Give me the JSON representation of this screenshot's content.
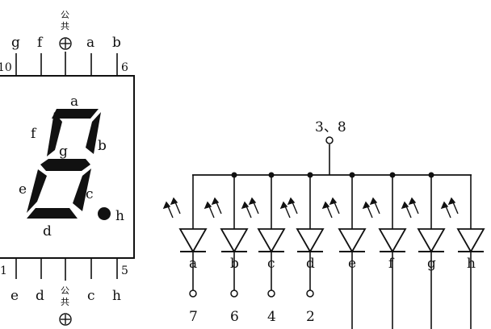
{
  "display": {
    "top_pins": [
      "g",
      "f",
      "a",
      "b"
    ],
    "top_common": [
      "公",
      "共"
    ],
    "top_pin_numbers": [
      "10",
      "6"
    ],
    "bottom_pins": [
      "e",
      "d",
      "c",
      "h"
    ],
    "bottom_common": [
      "公",
      "共"
    ],
    "bottom_pin_numbers": [
      "1",
      "5"
    ],
    "segments": [
      "a",
      "b",
      "c",
      "d",
      "e",
      "f",
      "g",
      "h"
    ]
  },
  "circuit": {
    "common_label": "3、8",
    "leds": [
      {
        "label": "a",
        "pin": "7"
      },
      {
        "label": "b",
        "pin": "6"
      },
      {
        "label": "c",
        "pin": "4"
      },
      {
        "label": "d",
        "pin": "2"
      },
      {
        "label": "e",
        "pin": ""
      },
      {
        "label": "f",
        "pin": ""
      },
      {
        "label": "g",
        "pin": ""
      },
      {
        "label": "h",
        "pin": ""
      }
    ]
  },
  "colors": {
    "ink": "#111111",
    "paper": "#ffffff"
  }
}
